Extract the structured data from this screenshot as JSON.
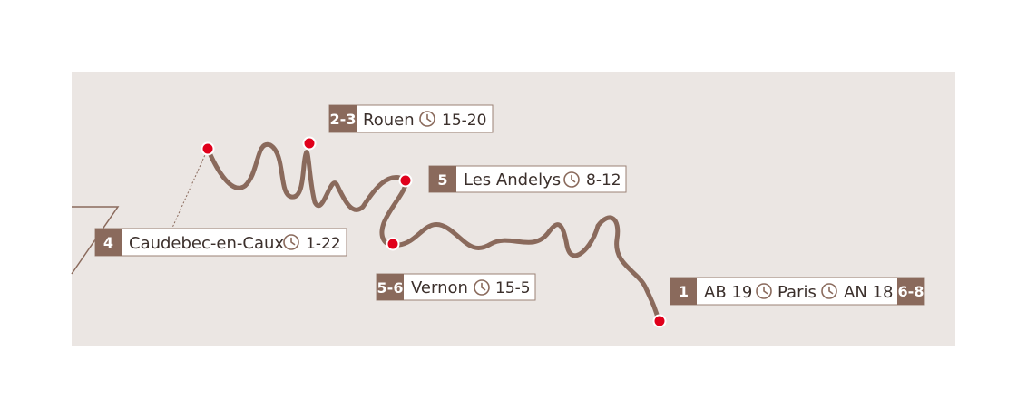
{
  "colors": {
    "panel": "#ebe6e3",
    "river": "#8a6a5c",
    "stop": "#e0001b",
    "badge": "#8a6a5c",
    "border": "#9b8176",
    "text": "#3b2f2b"
  },
  "stops": [
    {
      "id": "caudebec",
      "badge": "4",
      "name": "Caudebec-en-Caux",
      "time": "1-22"
    },
    {
      "id": "rouen",
      "badge": "2-3",
      "name": "Rouen",
      "time": "15-20"
    },
    {
      "id": "andelys",
      "badge": "5",
      "name": "Les Andelys",
      "time": "8-12"
    },
    {
      "id": "vernon",
      "badge": "5-6",
      "name": "Vernon",
      "time": "15-5"
    },
    {
      "id": "paris",
      "badge": "1",
      "prefix": "AB 19",
      "name": "Paris",
      "time": "AN 18",
      "badge_end": "6-8"
    }
  ]
}
